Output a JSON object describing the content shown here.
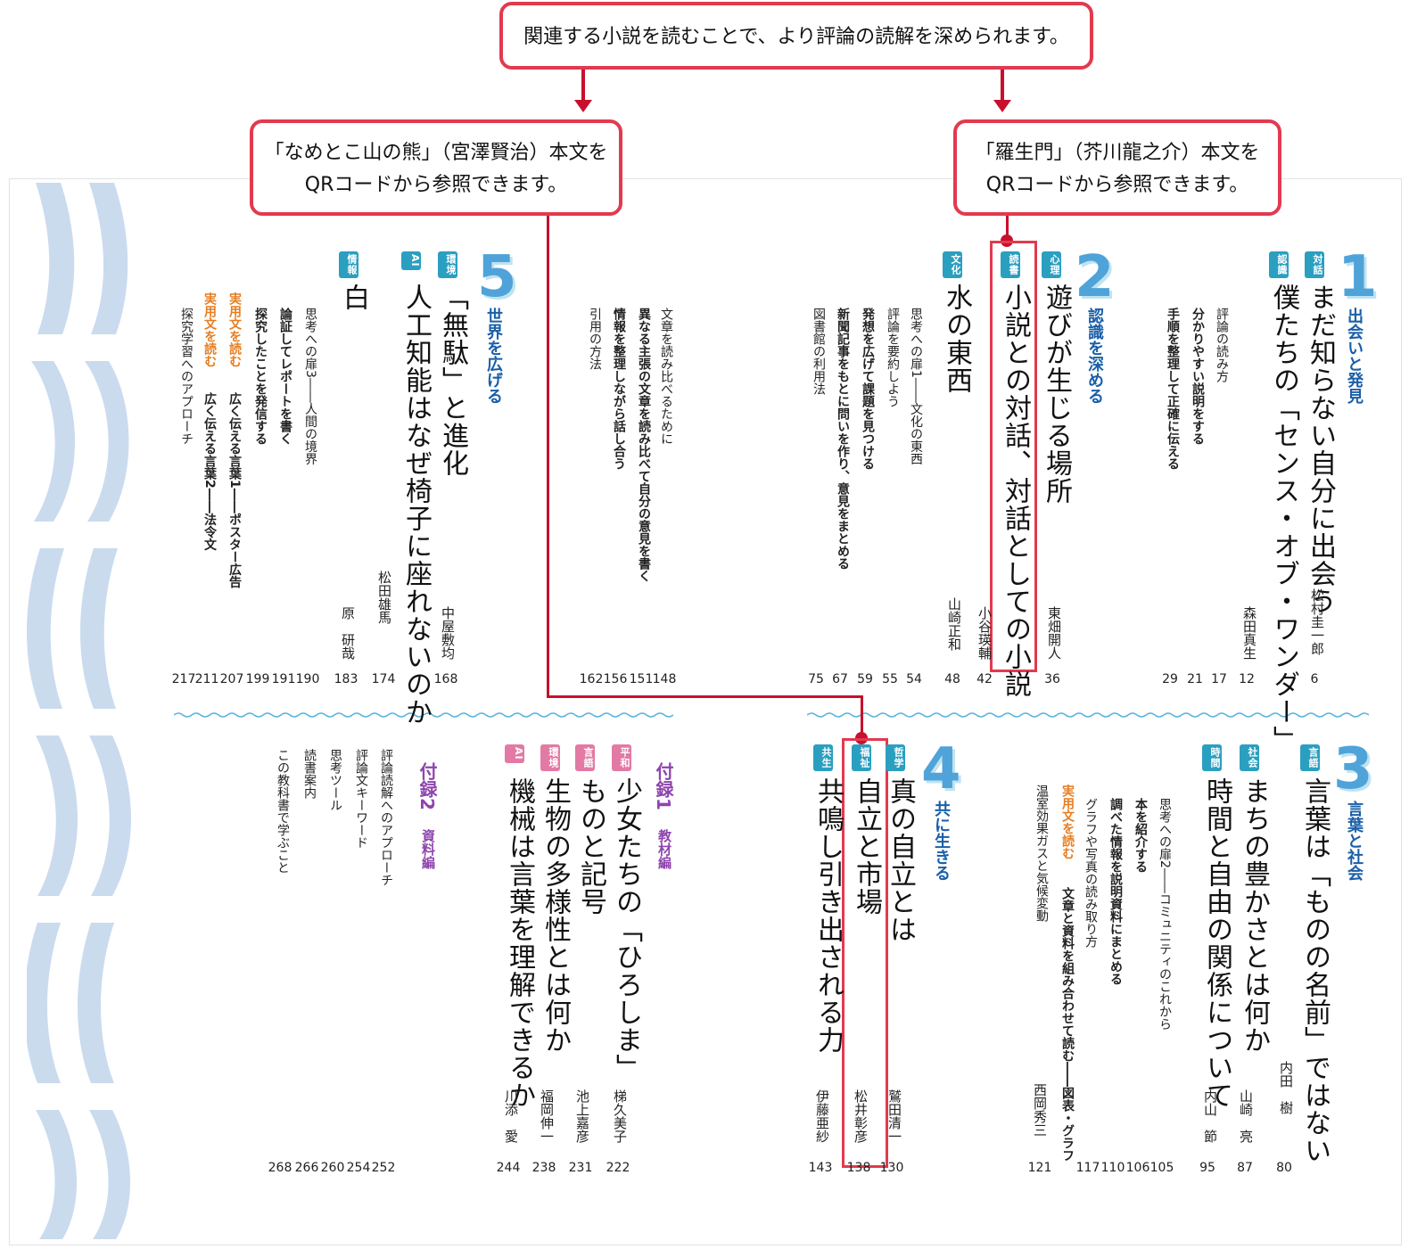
{
  "callouts": {
    "top": "関連する小説を読むことで、より評論の読解を深められます。",
    "left_line1": "「なめとこ山の熊」（宮澤賢治）本文を",
    "left_line2": "QRコードから参照できます。",
    "right_line1": "「羅生門」（芥川龍之介）本文を",
    "right_line2": "QRコードから参照できます。"
  },
  "sections": {
    "s1": {
      "number": "1",
      "title": "出会いと発見"
    },
    "s2": {
      "number": "2",
      "title": "認識を深める"
    },
    "s3": {
      "number": "3",
      "title": "言葉と社会"
    },
    "s4": {
      "number": "4",
      "title": "共に生きる"
    },
    "s5": {
      "number": "5",
      "title": "世界を広げる"
    }
  },
  "tags": {
    "taiwa": "対話",
    "ninshiki": "認識",
    "shinri": "心理",
    "dokusho": "読書",
    "bunka": "文化",
    "kankyo": "環境",
    "ai": "AI",
    "joho": "情報",
    "gengo": "言語",
    "shakai": "社会",
    "jikan": "時間",
    "tetsugaku": "哲学",
    "fukushi": "福祉",
    "kyosei": "共生",
    "heiwa": "平和"
  },
  "entries": {
    "e1": {
      "title": "まだ知らない自分に出会う",
      "author": "松村圭一郎",
      "page": "6"
    },
    "e2": {
      "title": "僕たちの「センス・オブ・ワンダー」",
      "author": "森田真生",
      "page": "12"
    },
    "e3": {
      "title": "評論の読み方",
      "page": "17"
    },
    "e4": {
      "title": "分かりやすい説明をする",
      "page": "21"
    },
    "e5": {
      "title": "手順を整理して正確に伝える",
      "page": "29"
    },
    "e6": {
      "title": "遊びが生じる場所",
      "author": "東畑開人",
      "page": "36"
    },
    "e7": {
      "title": "小説との対話、対話としての小説",
      "author": "小谷瑛輔",
      "page": "42"
    },
    "e8": {
      "title": "水の東西",
      "author": "山崎正和",
      "page": "48"
    },
    "e9": {
      "title": "思考への扉1――文化の東西",
      "page": "54"
    },
    "e10": {
      "title": "評論を要約しよう",
      "page": "55"
    },
    "e11": {
      "title": "発想を広げて課題を見つける",
      "page": "59"
    },
    "e12": {
      "title": "新聞記事をもとに問いを作り、意見をまとめる",
      "page": "67"
    },
    "e13": {
      "title": "図書館の利用法",
      "page": "75"
    },
    "e14": {
      "title": "文章を読み比べるために",
      "page": "148"
    },
    "e15": {
      "title": "異なる主張の文章を読み比べて自分の意見を書く",
      "page": "151"
    },
    "e16": {
      "title": "情報を整理しながら話し合う",
      "page": "156"
    },
    "e17": {
      "title": "引用の方法",
      "page": "162"
    },
    "e18": {
      "title": "「無駄」と進化",
      "author": "中屋敷均",
      "page": "168"
    },
    "e19": {
      "title": "人工知能はなぜ椅子に座れないのか",
      "author": "松田雄馬",
      "page": "174"
    },
    "e20": {
      "title": "白",
      "author": "原　研哉",
      "page": "183"
    },
    "e21": {
      "title": "思考への扉3――人間の境界",
      "page": "190"
    },
    "e22": {
      "title": "論証してレポートを書く",
      "page": "191"
    },
    "e23": {
      "title": "探究したことを発信する",
      "page": "199"
    },
    "e24_label": "実用文を読む",
    "e24": {
      "title": "広く伝える言葉1――ポスター広告",
      "page": "207"
    },
    "e25_label": "実用文を読む",
    "e25": {
      "title": "広く伝える言葉2――法令文",
      "page": "211"
    },
    "e26": {
      "title": "探究学習へのアプローチ",
      "page": "217"
    },
    "e27": {
      "title": "言葉は「ものの名前」ではない",
      "author": "内田　樹",
      "page": "80"
    },
    "e28": {
      "title": "まちの豊かさとは何か",
      "author": "山崎　亮",
      "page": "87"
    },
    "e29": {
      "title": "時間と自由の関係について",
      "author": "内山　節",
      "page": "95"
    },
    "e30": {
      "title": "思考への扉2――コミュニティのこれから",
      "page": "105"
    },
    "e31": {
      "title": "本を紹介する",
      "page": "106"
    },
    "e32": {
      "title": "調べた情報を説明資料にまとめる",
      "page": "110"
    },
    "e33": {
      "title": "グラフや写真の読み取り方",
      "page": "117"
    },
    "e34_label": "実用文を読む",
    "e34": {
      "title": "文章と資料を組み合わせて読む――図表・グラフ",
      "page": "121"
    },
    "e34b": {
      "title": "温室効果ガスと気候変動",
      "author": "西岡秀三"
    },
    "e35": {
      "title": "真の自立とは",
      "author": "鷲田清一",
      "page": "130"
    },
    "e36": {
      "title": "自立と市場",
      "author": "松井彰彦",
      "page": "138"
    },
    "e37": {
      "title": "共鳴し引き出される力",
      "author": "伊藤亜紗",
      "page": "143"
    },
    "app1": {
      "title": "付録1",
      "sub": "教材編"
    },
    "e38": {
      "title": "少女たちの「ひろしま」",
      "author": "梯久美子",
      "page": "222"
    },
    "e39": {
      "title": "ものと記号",
      "author": "池上嘉彦",
      "page": "231"
    },
    "e40": {
      "title": "生物の多様性とは何か",
      "author": "福岡伸一",
      "page": "238"
    },
    "e41": {
      "title": "機械は言葉を理解できるか",
      "author": "川添　愛",
      "page": "244"
    },
    "app2": {
      "title": "付録2",
      "sub": "資料編"
    },
    "e42": {
      "title": "評論読解へのアプローチ",
      "page": "252"
    },
    "e43": {
      "title": "評論文キーワード",
      "page": "254"
    },
    "e44": {
      "title": "思考ツール",
      "page": "260"
    },
    "e45": {
      "title": "読書案内",
      "page": "266"
    },
    "e46": {
      "title": "この教科書で学ぶこと",
      "page": "268"
    }
  },
  "colors": {
    "accent_red": "#e23a4e",
    "section_blue": "#1a5fa8",
    "number_blue": "#4fa3d9",
    "tag_teal": "#2b9fc0",
    "tag_pink": "#e27aa5",
    "appendix_purple": "#8e44ad",
    "practical_orange": "#e67e22"
  }
}
